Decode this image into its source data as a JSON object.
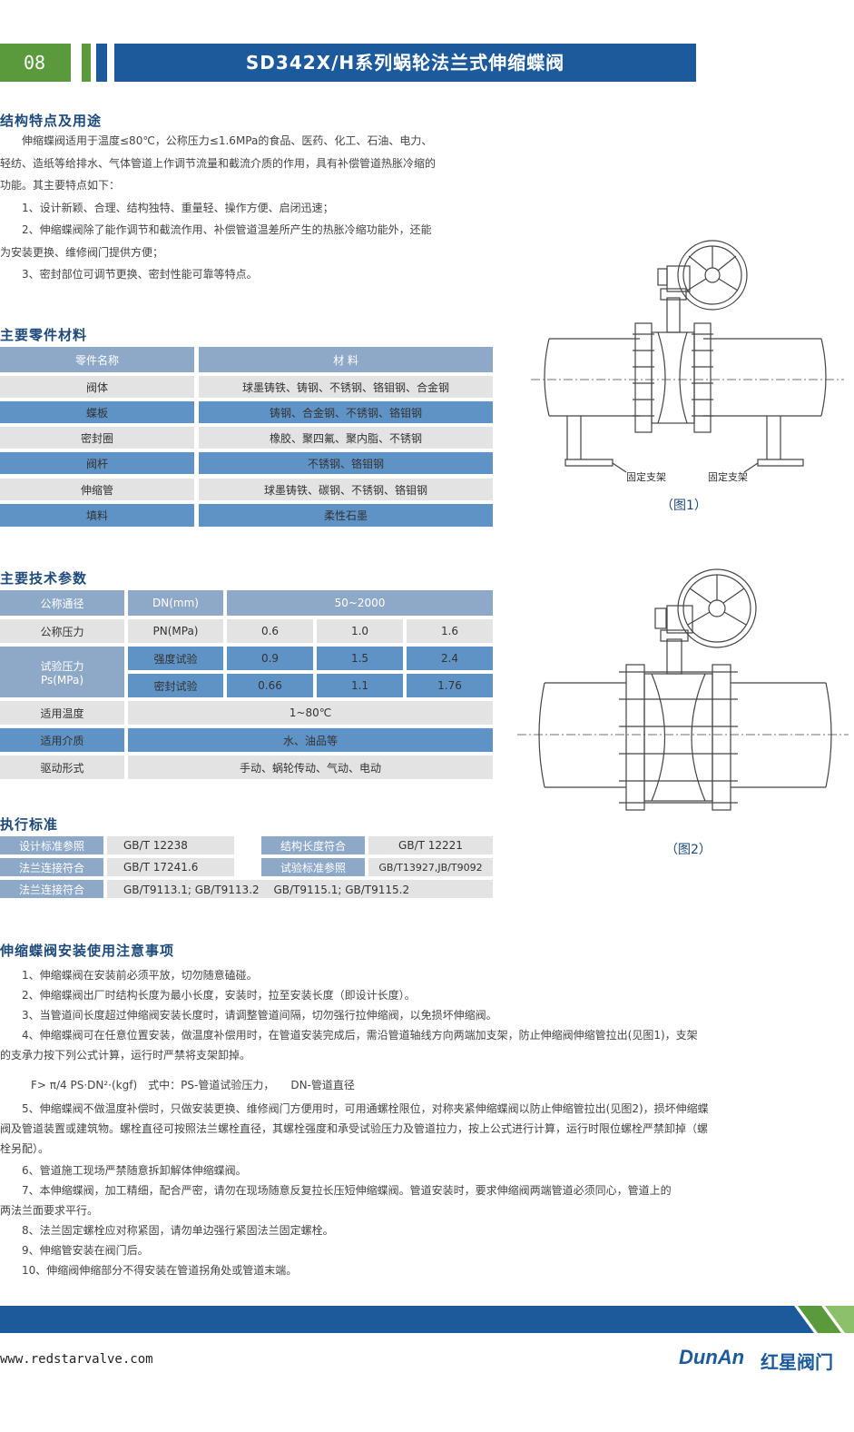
{
  "header": {
    "page_number": "08",
    "title": "SD342X/H系列蜗轮法兰式伸缩蝶阀"
  },
  "features": {
    "heading": "结构特点及用途",
    "lines": [
      "　　伸缩蝶阀适用于温度≤80℃，公称压力≤1.6MPa的食品、医药、化工、石油、电力、",
      "轻纺、造纸等给排水、气体管道上作调节流量和截流介质的作用，具有补偿管道热胀冷缩的",
      "功能。其主要特点如下：",
      "　　1、设计新颖、合理、结构独特、重量轻、操作方便、启闭迅速；",
      "　　2、伸缩蝶阀除了能作调节和截流作用、补偿管道温差所产生的热胀冷缩功能外，还能",
      "为安装更换、维修阀门提供方便；",
      "　　3、密封部位可调节更换、密封性能可靠等特点。"
    ]
  },
  "materials": {
    "heading": "主要零件材料",
    "col_part": "零件名称",
    "col_material": "材 料",
    "rows": [
      {
        "part": "阀体",
        "material": "球墨铸铁、铸钢、不锈钢、铬钼钢、合金钢"
      },
      {
        "part": "蝶板",
        "material": "铸钢、合金钢、不锈钢、铬钼钢"
      },
      {
        "part": "密封圈",
        "material": "橡胶、聚四氟、聚内脂、不锈钢"
      },
      {
        "part": "阀杆",
        "material": "不锈钢、铬钼钢"
      },
      {
        "part": "伸缩管",
        "material": "球墨铸铁、碳钢、不锈钢、铬钼钢"
      },
      {
        "part": "填料",
        "material": "柔性石墨"
      }
    ]
  },
  "specs": {
    "heading": "主要技术参数",
    "nominal_dia_label": "公称通径",
    "dn_unit": "DN(mm)",
    "dn_range": "50~2000",
    "pressure_label": "公称压力",
    "pn_unit": "PN(MPa)",
    "pn_values": [
      "0.6",
      "1.0",
      "1.6"
    ],
    "test_label_1": "试验压力",
    "test_label_2": "Ps(MPa)",
    "strength_label": "强度试验",
    "strength_values": [
      "0.9",
      "1.5",
      "2.4"
    ],
    "seal_label": "密封试验",
    "seal_values": [
      "0.66",
      "1.1",
      "1.76"
    ],
    "temp_label": "适用温度",
    "temp_value": "1~80℃",
    "medium_label": "适用介质",
    "medium_value": "水、油品等",
    "drive_label": "驱动形式",
    "drive_value": "手动、蜗轮传动、气动、电动"
  },
  "standards": {
    "heading": "执行标准",
    "row1": {
      "l1": "设计标准参照",
      "v1": "GB/T 12238",
      "l2": "结构长度符合",
      "v2": "GB/T 12221"
    },
    "row2": {
      "l1": "法兰连接符合",
      "v1": "GB/T 17241.6",
      "l2": "试验标准参照",
      "v2": "GB/T13927,JB/T9092"
    },
    "row3": {
      "l1": "法兰连接符合",
      "v1": "GB/T9113.1; GB/T9113.2　 GB/T9115.1; GB/T9115.2"
    }
  },
  "figures": {
    "fig1_caption": "（图1）",
    "fig2_caption": "（图2）",
    "support_left": "固定支架",
    "support_right": "固定支架"
  },
  "notes": {
    "heading": "伸缩蝶阀安装使用注意事项",
    "n1": "　　1、伸缩蝶阀在安装前必须平放，切勿随意磕碰。",
    "n2": "　　2、伸缩蝶阀出厂时结构长度为最小长度，安装时，拉至安装长度（即设计长度）。",
    "n3": "　　3、当管道间长度超过伸缩阀安装长度时，请调整管道间隔，切勿强行拉伸缩阀，以免损坏伸缩阀。",
    "n4a": "　　4、伸缩蝶阀可在任意位置安装，做温度补偿用时，在管道安装完成后，需沿管道轴线方向两端加支架，防止伸缩阀伸缩管拉出(见图1)，支架",
    "n4b": "的支承力按下列公式计算，运行时严禁将支架卸掉。",
    "formula": "F> π/4 PS·DN²·(kgf)　式中：PS-管道试验压力，　　DN-管道直径",
    "n5a": "　　5、伸缩蝶阀不做温度补偿时，只做安装更换、维修阀门方便用时，可用通螺栓限位，对称夹紧伸缩蝶阀以防止伸缩管拉出(见图2)，损坏伸缩蝶",
    "n5b": "阀及管道装置或建筑物。螺栓直径可按照法兰螺栓直径，其螺栓强度和承受试验压力及管道拉力，按上公式进行计算，运行时限位螺栓严禁卸掉（螺",
    "n5c": "栓另配）。",
    "n6": "　　6、管道施工现场严禁随意拆卸解体伸缩蝶阀。",
    "n7a": "　　7、本伸缩蝶阀，加工精细，配合严密，请勿在现场随意反复拉长压短伸缩蝶阀。管道安装时，要求伸缩阀两端管道必须同心，管道上的",
    "n7b": "两法兰面要求平行。",
    "n8": "　　8、法兰固定螺栓应对称紧固，请勿单边强行紧固法兰固定螺栓。",
    "n9": "　　9、伸缩管安装在阀门后。",
    "n10": "　　10、伸缩阀伸缩部分不得安装在管道拐角处或管道末端。"
  },
  "footer": {
    "url": "www.redstarvalve.com",
    "brand_latin": "DunAn",
    "brand_cn": "红星阀门"
  },
  "colors": {
    "blue": "#1d5a9c",
    "green": "#5a9a3c",
    "header_cell": "#8ea9c8",
    "dark_cell": "#5f93c5",
    "light_cell": "#e3e3e3"
  }
}
